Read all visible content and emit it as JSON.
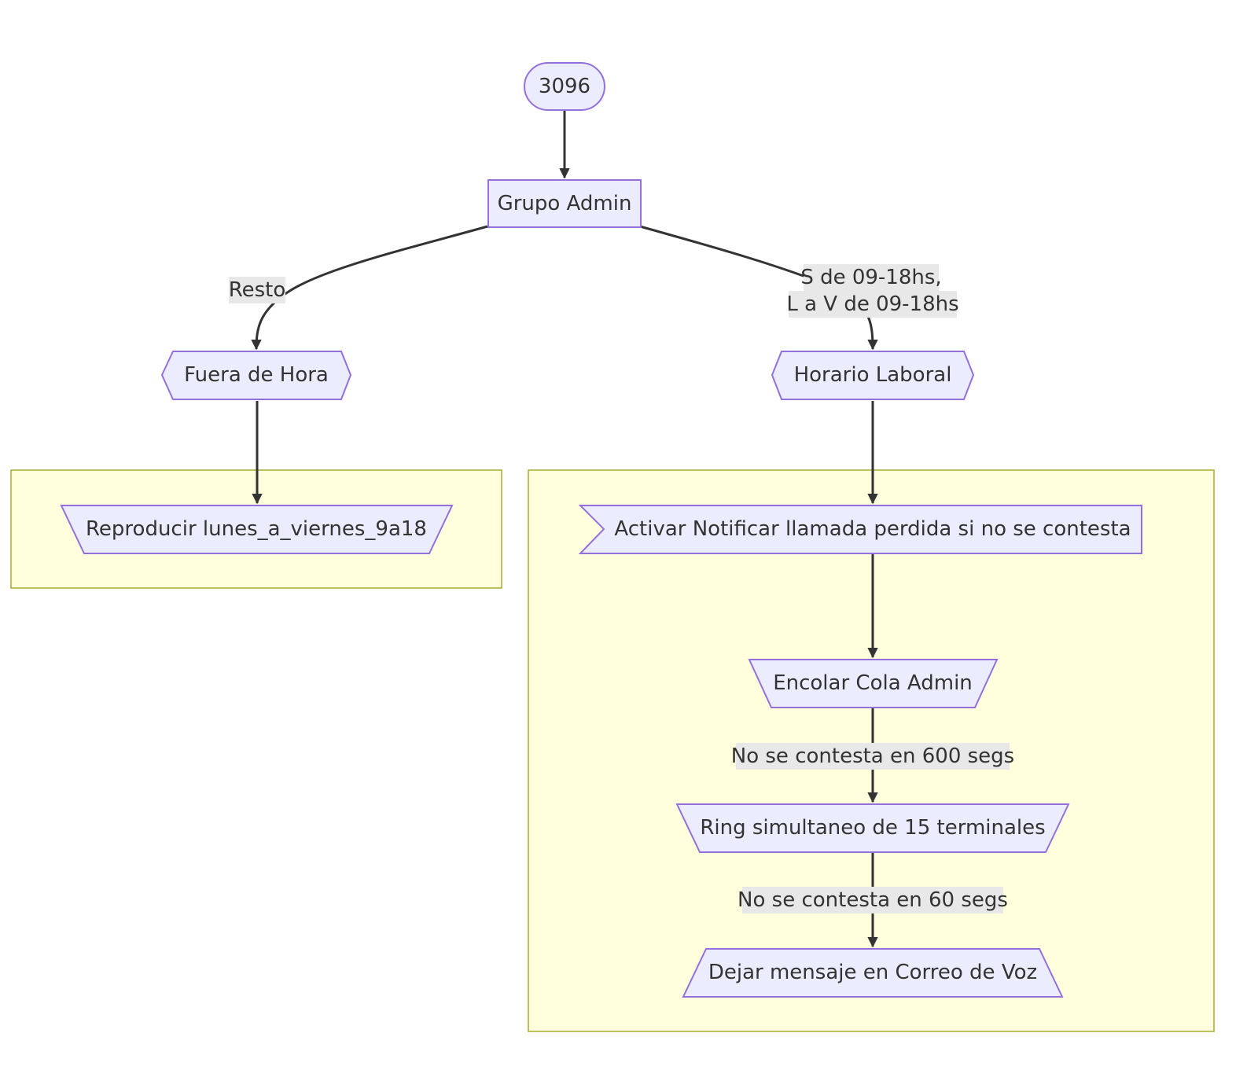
{
  "nodes": {
    "start": {
      "label": "3096"
    },
    "group": {
      "label": "Grupo Admin"
    },
    "off_hours": {
      "label": "Fuera de Hora"
    },
    "work_hours": {
      "label": "Horario Laboral"
    },
    "play": {
      "label": "Reproducir lunes_a_viernes_9a18"
    },
    "notify": {
      "label": "Activar Notificar llamada perdida si no se contesta"
    },
    "queue": {
      "label": "Encolar Cola Admin"
    },
    "ring": {
      "label": "Ring simultaneo de 15 terminales"
    },
    "voicemail": {
      "label": "Dejar mensaje en Correo de Voz"
    }
  },
  "edges": {
    "to_off": {
      "label": "Resto"
    },
    "to_work": {
      "line1": "S de 09-18hs,",
      "line2": "L a V de 09-18hs"
    },
    "queue_to_ring": {
      "label": "No se contesta en 600 segs"
    },
    "ring_to_vm": {
      "label": "No se contesta en 60 segs"
    }
  },
  "colors": {
    "node_fill": "#ECECFF",
    "node_stroke": "#9370DB",
    "cluster_fill": "#FFFFDE",
    "cluster_stroke": "#AAAA33",
    "edge": "#333333",
    "edge_label_bg": "#E8E8E8"
  }
}
